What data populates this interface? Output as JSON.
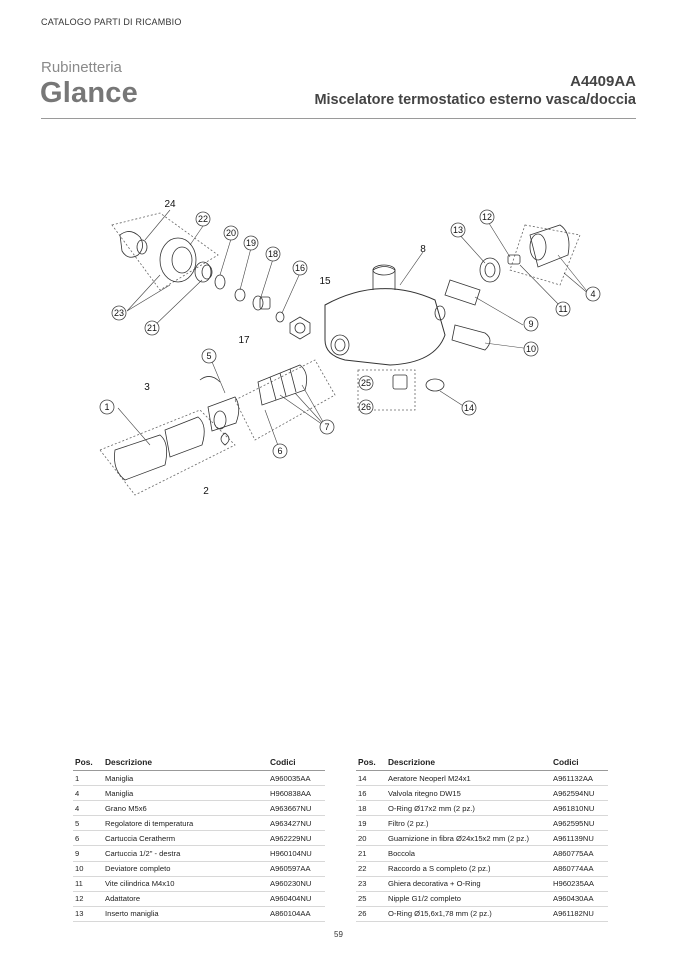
{
  "header": {
    "catalog": "CATALOGO PARTI DI RICAMBIO",
    "series_label": "Rubinetteria",
    "series_name": "Glance",
    "code": "A4409AA",
    "product_title": "Miscelatore termostatico esterno vasca/doccia"
  },
  "diagram": {
    "callouts": [
      "24",
      "22",
      "20",
      "19",
      "18",
      "16",
      "15",
      "23",
      "21",
      "17",
      "13",
      "12",
      "8",
      "4",
      "11",
      "9",
      "10",
      "5",
      "3",
      "1",
      "2",
      "25",
      "26",
      "14",
      "6",
      "7"
    ]
  },
  "table_headers": {
    "pos": "Pos.",
    "desc": "Descrizione",
    "code": "Codici"
  },
  "parts_left": [
    {
      "pos": "1",
      "desc": "Maniglia",
      "code": "A960035AA"
    },
    {
      "pos": "4",
      "desc": "Maniglia",
      "code": "H960838AA"
    },
    {
      "pos": "4",
      "desc": "Grano M5x6",
      "code": "A963667NU"
    },
    {
      "pos": "5",
      "desc": "Regolatore di temperatura",
      "code": "A963427NU"
    },
    {
      "pos": "6",
      "desc": "Cartuccia Ceratherm",
      "code": "A962229NU"
    },
    {
      "pos": "9",
      "desc": "Cartuccia 1/2\" - destra",
      "code": "H960104NU"
    },
    {
      "pos": "10",
      "desc": "Deviatore completo",
      "code": "A960597AA"
    },
    {
      "pos": "11",
      "desc": "Vite cilindrica M4x10",
      "code": "A960230NU"
    },
    {
      "pos": "12",
      "desc": "Adattatore",
      "code": "A960404NU"
    },
    {
      "pos": "13",
      "desc": "Inserto maniglia",
      "code": "A860104AA"
    }
  ],
  "parts_right": [
    {
      "pos": "14",
      "desc": "Aeratore Neoperl M24x1",
      "code": "A961132AA"
    },
    {
      "pos": "16",
      "desc": "Valvola ritegno DW15",
      "code": "A962594NU"
    },
    {
      "pos": "18",
      "desc": "O-Ring Ø17x2 mm (2 pz.)",
      "code": "A961810NU"
    },
    {
      "pos": "19",
      "desc": "Filtro (2 pz.)",
      "code": "A962595NU"
    },
    {
      "pos": "20",
      "desc": "Guarnizione in fibra Ø24x15x2 mm (2 pz.)",
      "code": "A961139NU"
    },
    {
      "pos": "21",
      "desc": "Boccola",
      "code": "A860775AA"
    },
    {
      "pos": "22",
      "desc": "Raccordo a S completo (2 pz.)",
      "code": "A860774AA"
    },
    {
      "pos": "23",
      "desc": "Ghiera decorativa + O-Ring",
      "code": "H960235AA"
    },
    {
      "pos": "25",
      "desc": "Nipple G1/2 completo",
      "code": "A960430AA"
    },
    {
      "pos": "26",
      "desc": "O-Ring Ø15,6x1,78 mm (2 pz.)",
      "code": "A961182NU"
    }
  ],
  "page_number": "59"
}
